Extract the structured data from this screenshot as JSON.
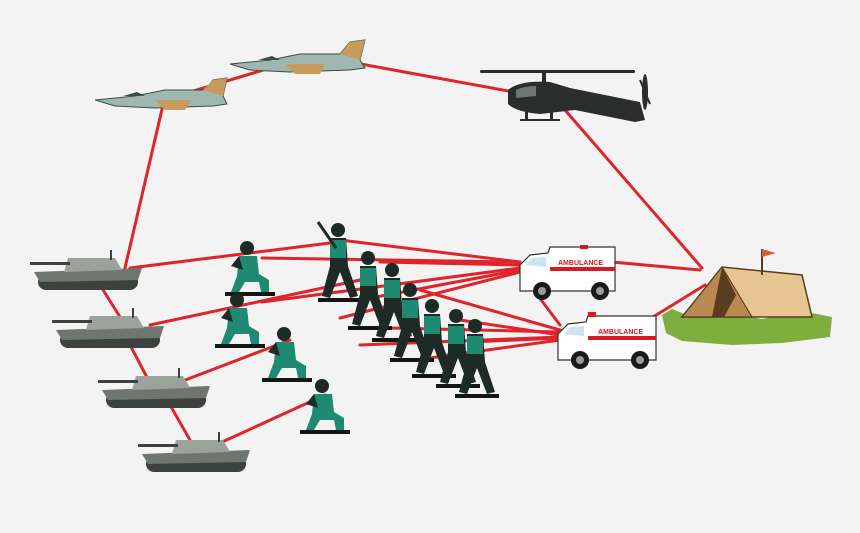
{
  "diagram": {
    "nodes": {
      "jets": 2,
      "helicopter": 1,
      "tanks": 4,
      "soldiers": 11,
      "ambulances": 2,
      "tent": 1
    },
    "ambulance_label": "AMBULANCE",
    "colors": {
      "link": "#e0242b",
      "background": "#f3f3f3",
      "soldier_uniform": "#1f8a72",
      "tank": "#6f7670",
      "tent": "#e8c593",
      "grass": "#7fae3f"
    },
    "icons": [
      "jet-icon",
      "helicopter-icon",
      "tank-icon",
      "soldier-icon",
      "ambulance-icon",
      "tent-icon"
    ]
  }
}
